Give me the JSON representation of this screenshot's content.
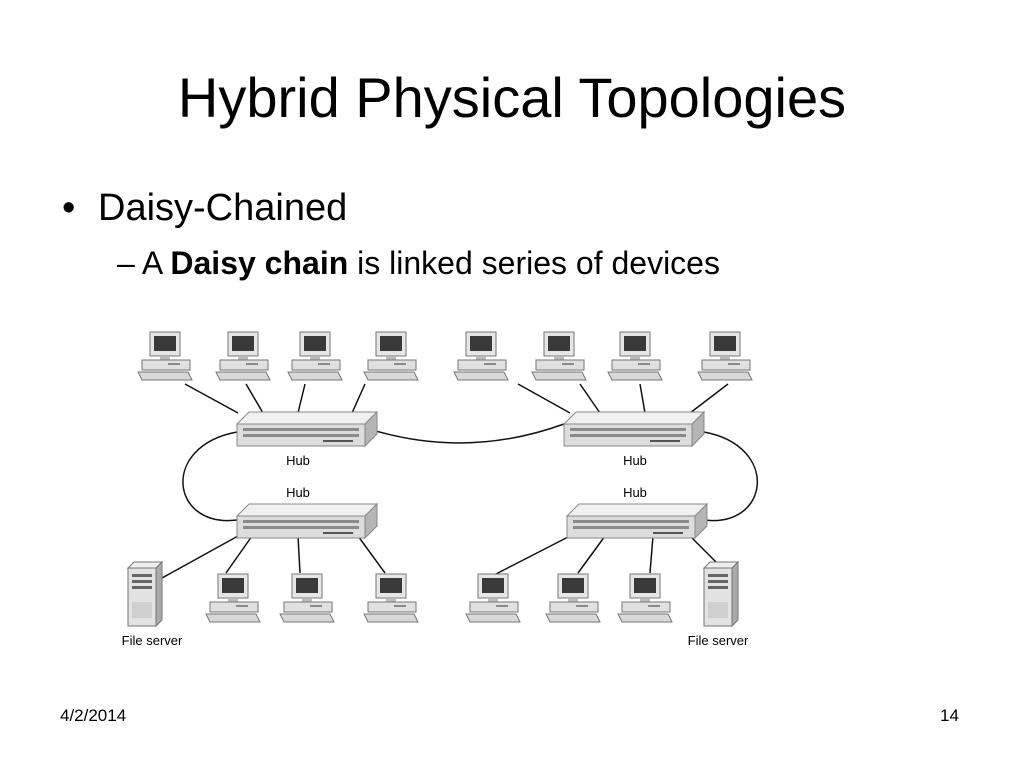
{
  "slide": {
    "title": "Hybrid Physical Topologies",
    "bullet": "Daisy-Chained",
    "sub_prefix": "– A ",
    "sub_bold": "Daisy chain",
    "sub_suffix": " is linked series of devices",
    "footer_date": "4/2/2014",
    "footer_page": "14"
  },
  "diagram": {
    "hub_label": "Hub",
    "file_server_label": "File server",
    "colors": {
      "line": "#111111",
      "device_light": "#e6e6e6",
      "device_dark": "#8a8a8a",
      "screen": "#3a3a3a"
    }
  }
}
